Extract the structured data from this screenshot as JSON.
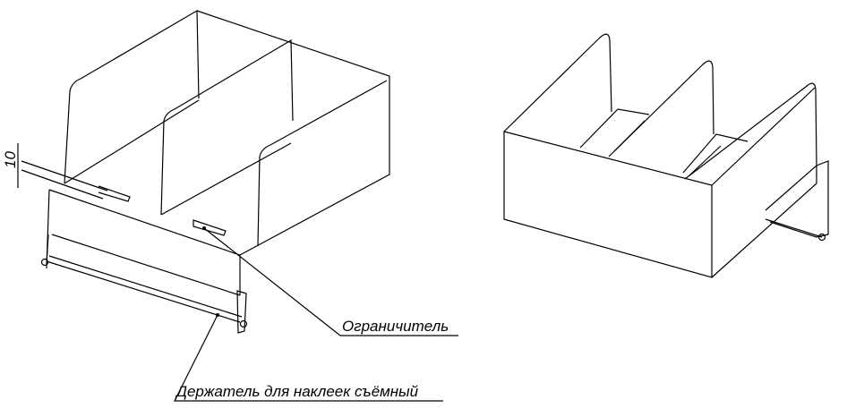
{
  "dimension": {
    "value": "10"
  },
  "callouts": {
    "limiter": "Ограничитель",
    "label_holder": "Держатель для наклеек съёмный"
  }
}
